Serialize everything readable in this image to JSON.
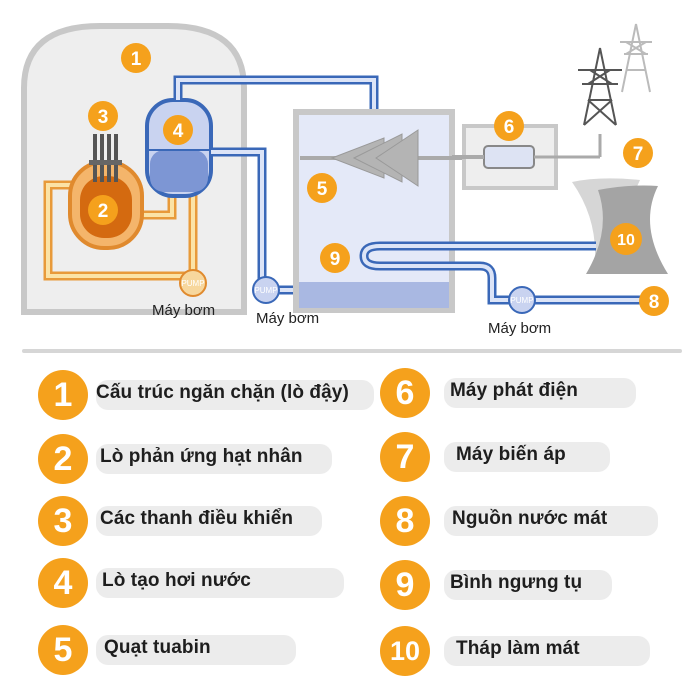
{
  "diagram": {
    "pump_badge": "PUMP",
    "pump_labels": [
      "Máy bơm",
      "Máy bơm",
      "Máy bơm"
    ],
    "markers": [
      "1",
      "2",
      "3",
      "4",
      "5",
      "6",
      "7",
      "8",
      "9",
      "10"
    ]
  },
  "legend": [
    {
      "num": "1",
      "label": "Cấu trúc ngăn chặn (lò đậy)"
    },
    {
      "num": "2",
      "label": "Lò phản ứng hạt nhân"
    },
    {
      "num": "3",
      "label": "Các thanh điều khiển"
    },
    {
      "num": "4",
      "label": "Lò tạo hơi nước"
    },
    {
      "num": "5",
      "label": "Quạt tuabin"
    },
    {
      "num": "6",
      "label": "Máy phát điện"
    },
    {
      "num": "7",
      "label": "Máy biến áp"
    },
    {
      "num": "8",
      "label": "Nguồn nước mát"
    },
    {
      "num": "9",
      "label": "Bình ngưng tụ"
    },
    {
      "num": "10",
      "label": "Tháp làm mát"
    }
  ],
  "colors": {
    "accent": "#f5a11c",
    "pipe": "#3a68b8",
    "condenser": "#d8dff5",
    "containment": "#eeeeee"
  }
}
